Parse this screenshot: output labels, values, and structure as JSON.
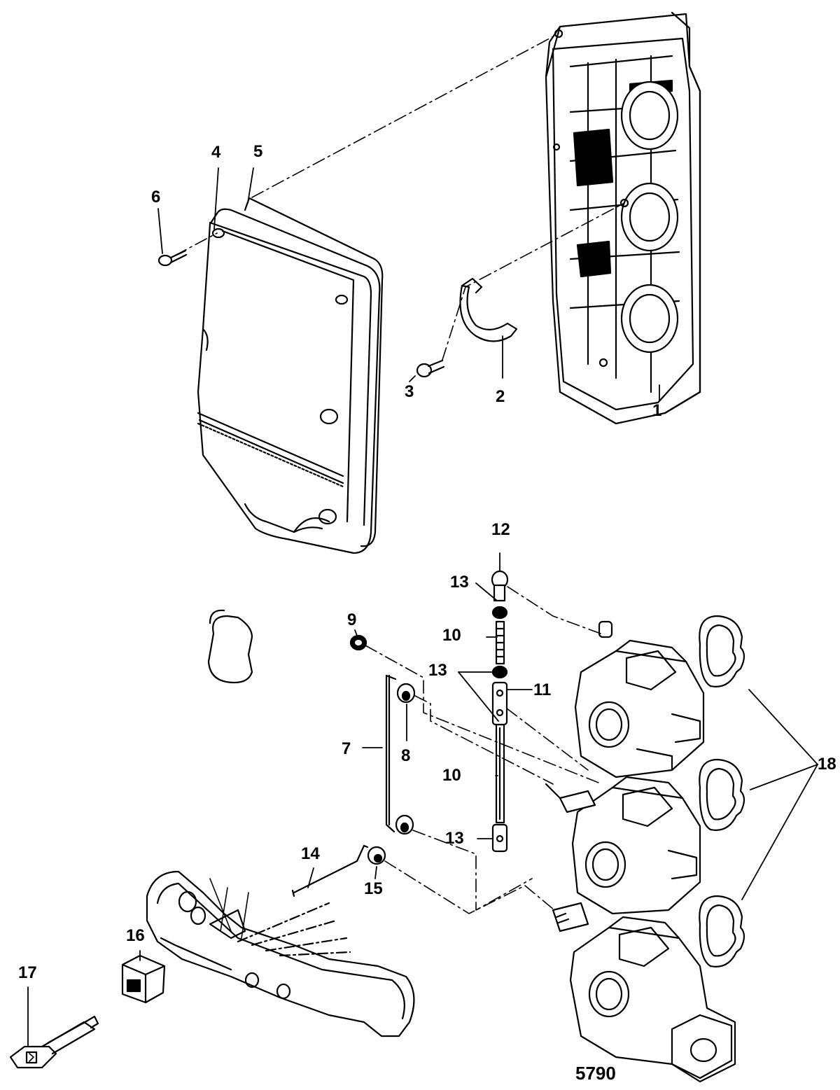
{
  "figure_number": "5790",
  "callouts": [
    {
      "id": "c1",
      "label": "1"
    },
    {
      "id": "c2",
      "label": "2"
    },
    {
      "id": "c3",
      "label": "3"
    },
    {
      "id": "c4",
      "label": "4"
    },
    {
      "id": "c5",
      "label": "5"
    },
    {
      "id": "c6",
      "label": "6"
    },
    {
      "id": "c7",
      "label": "7"
    },
    {
      "id": "c8",
      "label": "8"
    },
    {
      "id": "c9",
      "label": "9"
    },
    {
      "id": "c10a",
      "label": "10"
    },
    {
      "id": "c10b",
      "label": "10"
    },
    {
      "id": "c11",
      "label": "11"
    },
    {
      "id": "c12",
      "label": "12"
    },
    {
      "id": "c13a",
      "label": "13"
    },
    {
      "id": "c13b",
      "label": "13"
    },
    {
      "id": "c13c",
      "label": "13"
    },
    {
      "id": "c14",
      "label": "14"
    },
    {
      "id": "c15",
      "label": "15"
    },
    {
      "id": "c16",
      "label": "16"
    },
    {
      "id": "c17",
      "label": "17"
    },
    {
      "id": "c18",
      "label": "18"
    }
  ]
}
